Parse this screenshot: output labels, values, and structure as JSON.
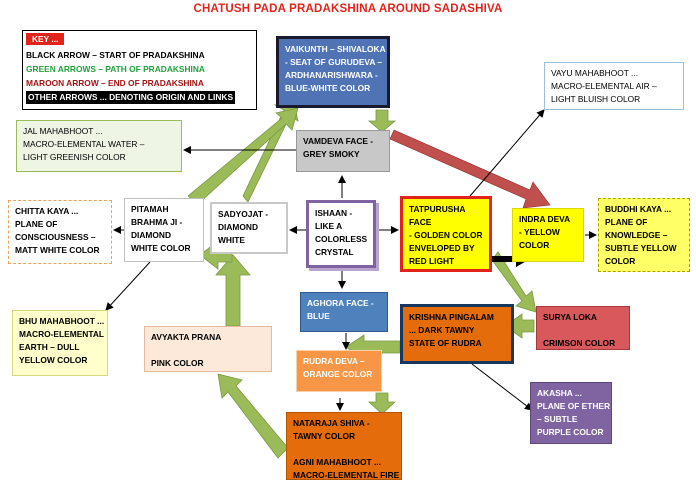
{
  "title": "CHATUSH PADA PRADAKSHINA AROUND SADASHIVA",
  "key": {
    "heading": "KEY ...",
    "black": "BLACK ARROW – START OF PRADAKSHINA",
    "green": "GREEN ARROWS – PATH OF PRADAKSHINA",
    "maroon": "MAROON ARROW – END OF PRADAKSHINA",
    "other": "OTHER ARROWS ... DENOTING ORIGIN AND LINKS",
    "colors": {
      "black": "#000000",
      "green": "#22a13c",
      "maroon": "#a31515"
    }
  },
  "nodes": {
    "vaikunth": [
      "VAIKUNTH –  SHIVALOKA",
      "- SEAT OF GURUDEVA –",
      "ARDHANARISHWARA -",
      "BLUE-WHITE COLOR"
    ],
    "vamdeva": [
      "VAMDEVA  FACE  -",
      "GREY SMOKY"
    ],
    "vayu": [
      "VAYU MAHABHOOT ...",
      "MACRO-ELEMENTAL AIR –",
      "LIGHT BLUISH COLOR"
    ],
    "jal": [
      "JAL MAHABHOOT ...",
      "MACRO-ELEMENTAL WATER –",
      "LIGHT GREENISH COLOR"
    ],
    "chitta": [
      "CHITTA KAYA ...",
      "PLANE OF",
      "CONSCIOUSNESS –",
      "MATT WHITE COLOR"
    ],
    "pitamah": [
      "PITAMAH",
      "BRAHMA JI -",
      "DIAMOND",
      "WHITE COLOR"
    ],
    "sadyojat": [
      "SADYOJAT -",
      "DIAMOND",
      "WHITE"
    ],
    "ishaan": [
      "ISHAAN  -",
      "LIKE A",
      "COLORLESS",
      "CRYSTAL"
    ],
    "tatpurusha": [
      "TATPURUSHA",
      "FACE",
      "- GOLDEN COLOR",
      "ENVELOPED BY",
      "RED LIGHT"
    ],
    "indra": [
      "INDRA DEVA",
      "- YELLOW",
      "COLOR"
    ],
    "buddhi": [
      "BUDDHI KAYA ...",
      "PLANE OF",
      "KNOWLEDGE –",
      "SUBTLE YELLOW",
      "COLOR"
    ],
    "bhu": [
      "BHU MAHABHOOT ...",
      "MACRO-ELEMENTAL",
      "EARTH – DULL",
      "YELLOW COLOR"
    ],
    "avyakta": [
      "AVYAKTA PRANA",
      "",
      "PINK COLOR"
    ],
    "aghora": [
      "AGHORA  FACE  -",
      "BLUE"
    ],
    "krishna": [
      "KRISHNA PINGALAM",
      "... DARK TAWNY",
      "STATE OF RUDRA"
    ],
    "surya": [
      "SURYA LOKA",
      "",
      "CRIMSON COLOR"
    ],
    "rudra": [
      "RUDRA DEVA –",
      "ORANGE COLOR"
    ],
    "nataraja": [
      "NATARAJA SHIVA -",
      "TAWNY COLOR",
      "",
      "AGNI MAHABHOOT ...",
      "MACRO-ELEMENTAL FIRE"
    ],
    "akasha": [
      "AKASHA ...",
      "PLANE OF ETHER",
      "– SUBTLE",
      "PURPLE COLOR"
    ]
  }
}
